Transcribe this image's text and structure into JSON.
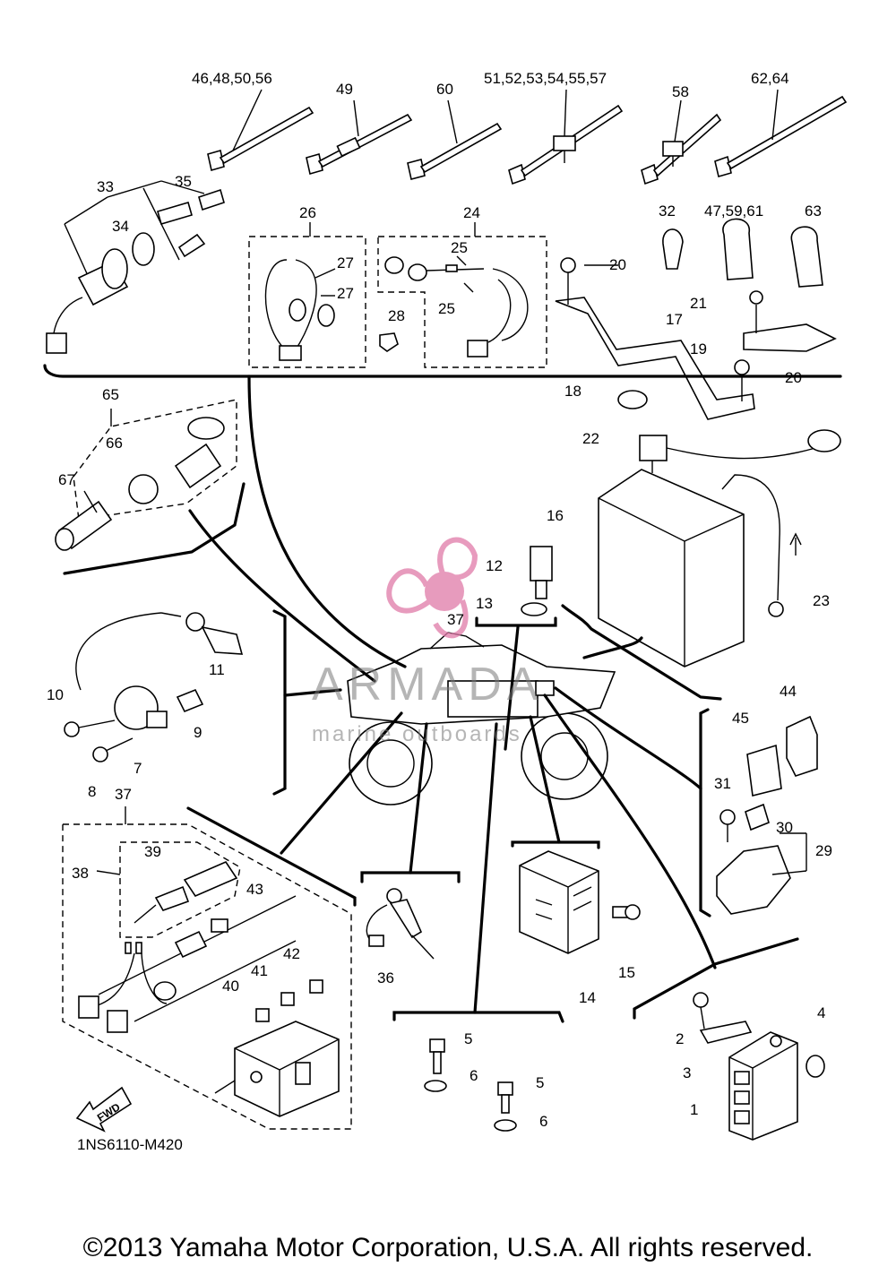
{
  "labels": {
    "l46": "46,48,50,56",
    "l49": "49",
    "l60": "60",
    "l51": "51,52,53,54,55,57",
    "l58": "58",
    "l62": "62,64",
    "l33": "33",
    "l35": "35",
    "l34": "34",
    "l26": "26",
    "l24": "24",
    "l27a": "27",
    "l27b": "27",
    "l25a": "25",
    "l25b": "25",
    "l28": "28",
    "l32": "32",
    "l47": "47,59,61",
    "l63": "63",
    "l20a": "20",
    "l20b": "20",
    "l21": "21",
    "l17": "17",
    "l19": "19",
    "l18": "18",
    "l65": "65",
    "l66": "66",
    "l67": "67",
    "l22": "22",
    "l16": "16",
    "l12": "12",
    "l13": "13",
    "l23": "23",
    "l37a": "37",
    "l11": "11",
    "l10": "10",
    "l9": "9",
    "l7": "7",
    "l8": "8",
    "l44": "44",
    "l45": "45",
    "l31": "31",
    "l30": "30",
    "l29": "29",
    "l37b": "37",
    "l38": "38",
    "l39": "39",
    "l43": "43",
    "l42": "42",
    "l41": "41",
    "l40": "40",
    "l36": "36",
    "l14": "14",
    "l15": "15",
    "l5a": "5",
    "l6a": "6",
    "l5b": "5",
    "l6b": "6",
    "l2": "2",
    "l3": "3",
    "l4": "4",
    "l1": "1",
    "fwd": "FWD"
  },
  "drawing_id": "1NS6110-M420",
  "copyright": "©2013 Yamaha Motor Corporation, U.S.A. All rights reserved.",
  "watermark": {
    "name": "ARMADA",
    "subtitle": "marine outboards",
    "color": "#e07aa8"
  }
}
